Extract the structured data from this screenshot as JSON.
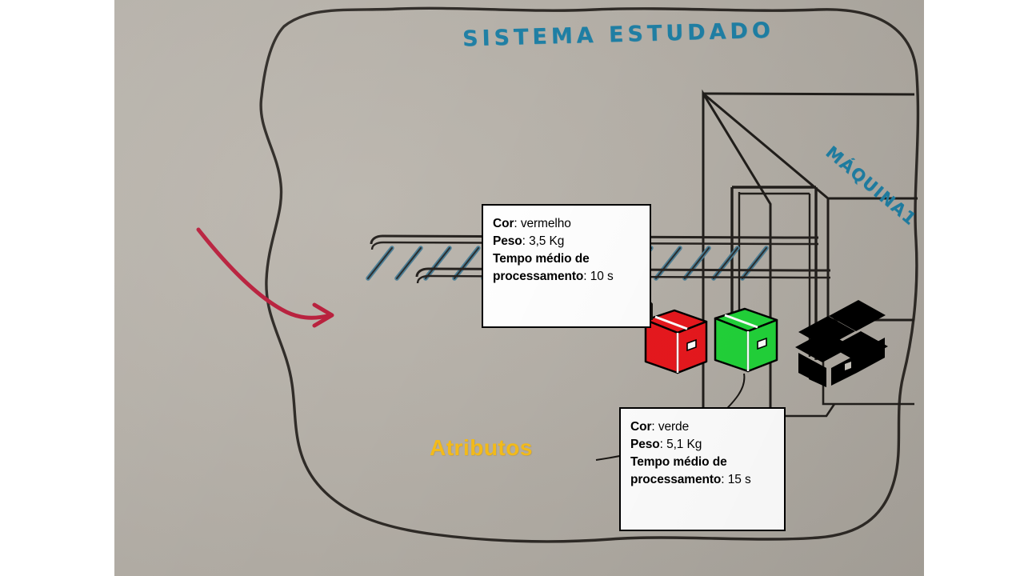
{
  "scene": {
    "title": "SISTEMA ESTUDADO",
    "machine_label": "MÁQUINA1",
    "attributes_label": "Atributos",
    "colors": {
      "paper": "#b4afa7",
      "ink": "#2b2724",
      "handwriting_blue": "#1f7fa4",
      "attributes_yellow": "#f5bc1a",
      "arrow_red": "#b81f3c",
      "crate_red": "#e8181e",
      "crate_green": "#22d33a",
      "roller_blue": "#4d7f96",
      "icon_black": "#000000",
      "callout_border": "#000000",
      "callout_fill": "#ffffff"
    }
  },
  "callouts": [
    {
      "id": "red-crate-attributes",
      "rows": [
        {
          "label": "Cor",
          "sep": ": ",
          "value": "vermelho"
        },
        {
          "label": "Peso",
          "sep": ": ",
          "value": "3,5 Kg"
        },
        {
          "label": "Tempo médio de processamento",
          "sep": ": ",
          "value": "10 s"
        }
      ]
    },
    {
      "id": "green-crate-attributes",
      "rows": [
        {
          "label": "Cor",
          "sep": ": ",
          "value": "verde"
        },
        {
          "label": "Peso",
          "sep": ": ",
          "value": "5,1 Kg"
        },
        {
          "label": "Tempo médio de processamento",
          "sep": ": ",
          "value": "15 s"
        }
      ]
    }
  ],
  "objects": {
    "red_crate": "red-crate",
    "green_crate": "green-crate",
    "black_box_icon": "black-open-box-icon",
    "conveyor": "roller-conveyor",
    "machine": "machine-cabinet",
    "flow_arrow": "red-flow-arrow",
    "system_boundary": "hand-drawn-system-boundary"
  },
  "callout_text": {
    "red": {
      "cor_label": "Cor",
      "cor_value": ": vermelho",
      "peso_label": "Peso",
      "peso_value": ": 3,5 Kg",
      "tempo_label": "Tempo médio de",
      "tempo_label2": "processamento",
      "tempo_value": ": 10 s"
    },
    "green": {
      "cor_label": "Cor",
      "cor_value": ": verde",
      "peso_label": "Peso",
      "peso_value": ": 5,1 Kg",
      "tempo_label": "Tempo médio de",
      "tempo_label2": "processamento",
      "tempo_value": ": 15 s"
    }
  }
}
